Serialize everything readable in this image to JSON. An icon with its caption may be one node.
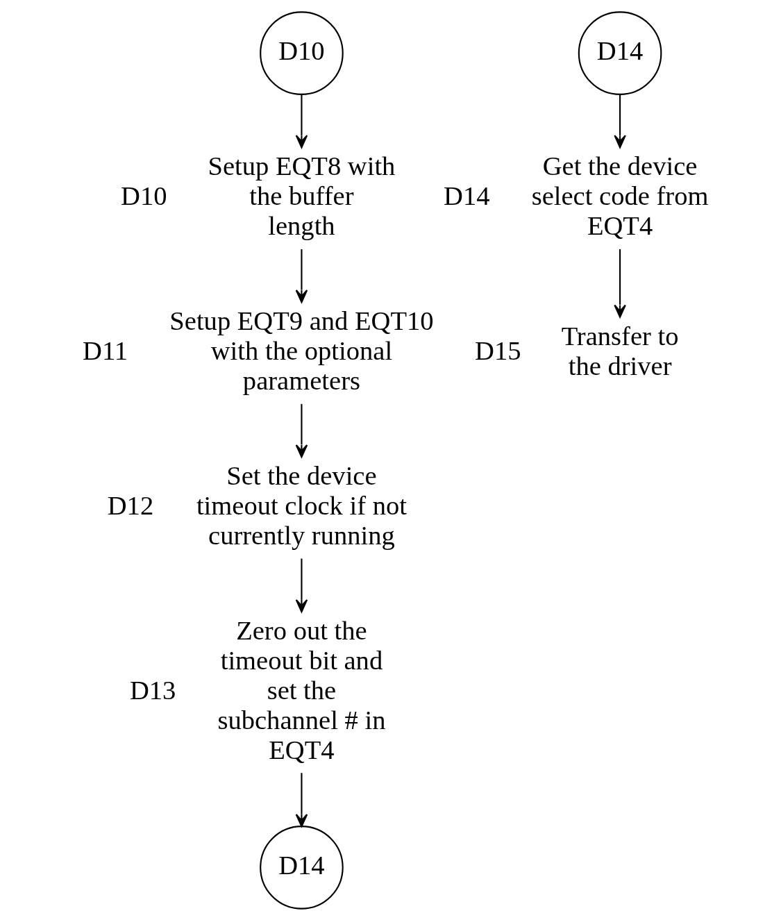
{
  "diagram": {
    "nodes": [
      {
        "text": [
          "D10"
        ]
      },
      {
        "text": [
          "Setup EQT8 with the buffer length"
        ],
        "beside": [
          "D10"
        ]
      },
      {
        "text": [
          "Setup EQT9 and EQT10 with the optional parameters"
        ],
        "beside": [
          "D11"
        ]
      },
      {
        "text": [
          "Set the device timeout clock if not currently running"
        ],
        "beside": [
          "D12"
        ]
      },
      {
        "text": [
          "Zero out the timeout bit and set the subchannel # in EQT4"
        ],
        "beside": [
          "D13"
        ]
      },
      {
        "text": [
          "D14"
        ]
      },
      {
        "text": [
          "D14"
        ]
      },
      {
        "text": [
          "Get the device select code from EQT4"
        ],
        "beside": [
          "D14"
        ]
      },
      {
        "text": [
          "Transfer to the driver"
        ],
        "beside": [
          "D15"
        ]
      }
    ],
    "edges": [
      {
        "from": 0,
        "to": 1,
        "arrow": "to"
      },
      {
        "from": 1,
        "to": 2,
        "arrow": "to"
      },
      {
        "from": 2,
        "to": 3,
        "arrow": "to"
      },
      {
        "from": 3,
        "to": 4,
        "arrow": "to"
      },
      {
        "from": 4,
        "to": 5,
        "arrow": "to"
      },
      {
        "from": 6,
        "to": 7,
        "arrow": "to"
      },
      {
        "from": 7,
        "to": 8,
        "arrow": "to"
      }
    ]
  }
}
